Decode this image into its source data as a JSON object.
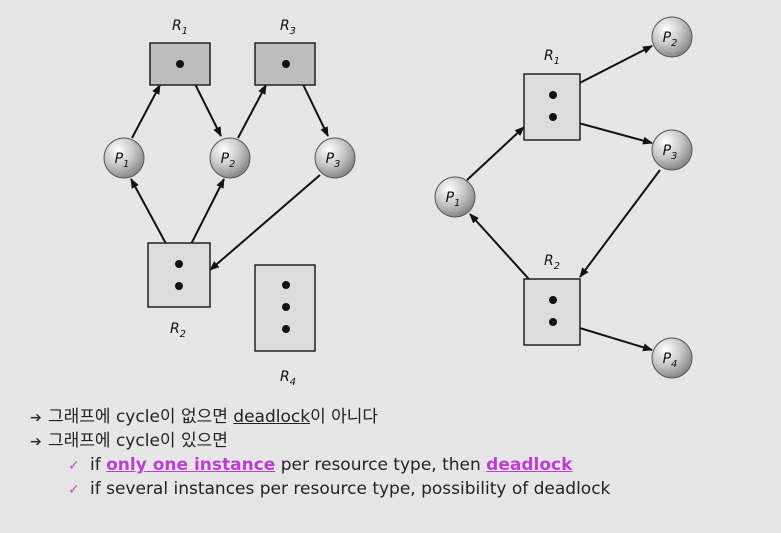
{
  "diagram_left": {
    "resources": [
      {
        "id": "R1",
        "label": "R",
        "sub": "1",
        "dots": 1
      },
      {
        "id": "R3",
        "label": "R",
        "sub": "3",
        "dots": 1
      },
      {
        "id": "R2",
        "label": "R",
        "sub": "2",
        "dots": 2
      },
      {
        "id": "R4",
        "label": "R",
        "sub": "4",
        "dots": 3
      }
    ],
    "processes": [
      {
        "id": "P1",
        "label": "P",
        "sub": "1"
      },
      {
        "id": "P2",
        "label": "P",
        "sub": "2"
      },
      {
        "id": "P3",
        "label": "P",
        "sub": "3"
      }
    ],
    "edges": [
      {
        "from": "P1",
        "to": "R1"
      },
      {
        "from": "R1",
        "to": "P2"
      },
      {
        "from": "P2",
        "to": "R3"
      },
      {
        "from": "R3",
        "to": "P3"
      },
      {
        "from": "P3",
        "to": "R2"
      },
      {
        "from": "R2",
        "to": "P1"
      },
      {
        "from": "R2",
        "to": "P2"
      }
    ]
  },
  "diagram_right": {
    "resources": [
      {
        "id": "R1",
        "label": "R",
        "sub": "1",
        "dots": 2
      },
      {
        "id": "R2",
        "label": "R",
        "sub": "2",
        "dots": 2
      }
    ],
    "processes": [
      {
        "id": "P1",
        "label": "P",
        "sub": "1"
      },
      {
        "id": "P2",
        "label": "P",
        "sub": "2"
      },
      {
        "id": "P3",
        "label": "P",
        "sub": "3"
      },
      {
        "id": "P4",
        "label": "P",
        "sub": "4"
      }
    ],
    "edges": [
      {
        "from": "P1",
        "to": "R1"
      },
      {
        "from": "R1",
        "to": "P2"
      },
      {
        "from": "R1",
        "to": "P3"
      },
      {
        "from": "P3",
        "to": "R2"
      },
      {
        "from": "R2",
        "to": "P1"
      },
      {
        "from": "R2",
        "to": "P4"
      }
    ]
  },
  "bullets": {
    "b1_pre": "그래프에 cycle이 없으면 ",
    "b1_link": "deadlock",
    "b1_post": "이 아니다",
    "b2": "그래프에 cycle이 있으면",
    "s1_pre": "if ",
    "s1_hl": "only one instance",
    "s1_mid": " per resource type, then ",
    "s1_hl2": "deadlock",
    "s2": "if several instances per resource type, possibility of deadlock"
  },
  "icons": {
    "arrow": "arrow-bullet-icon",
    "check": "check-bullet-icon"
  },
  "colors": {
    "background": "#e6e6e6",
    "resource_dark": "#bdbdbd",
    "resource_light": "#dcdcdc",
    "highlight": "#c03cd6",
    "check": "#b450c8"
  }
}
